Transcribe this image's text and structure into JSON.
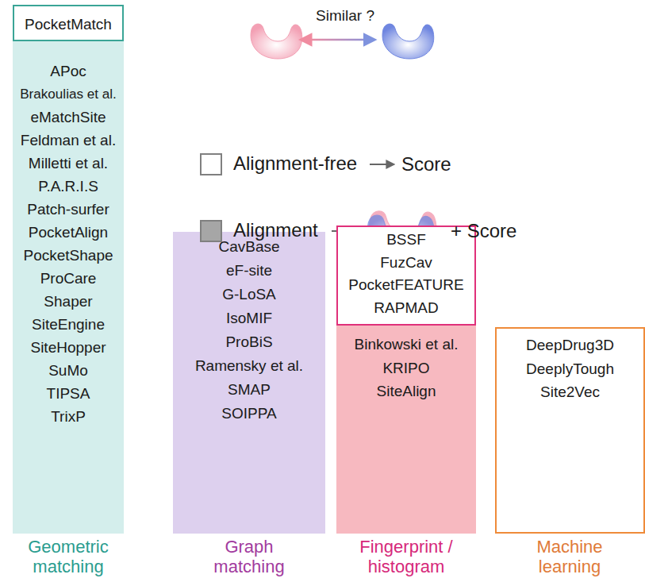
{
  "diagram": {
    "nodes": [
      {
        "text": [
          "PocketMatch"
        ]
      },
      {
        "text": [
          "APoc",
          "Brakoulias et al.",
          "eMatchSite",
          "Feldman et al.",
          "Milletti et al.",
          "P.A.R.I.S",
          "Patch-surfer",
          "PocketAlign",
          "PocketShape",
          "ProCare",
          "Shaper",
          "SiteEngine",
          "SiteHopper",
          "SuMo",
          "TIPSA",
          "TrixP"
        ]
      },
      {
        "text": [
          "CavBase",
          "eF-site",
          "G-LoSA",
          "IsoMIF",
          "ProBiS",
          "Ramensky et al.",
          "SMAP",
          "SOIPPA"
        ]
      },
      {
        "text": [
          "BSSF",
          "FuzCav",
          "PocketFEATURE",
          "RAPMAD"
        ]
      },
      {
        "text": [
          "Binkowski et al.",
          "KRIPO",
          "SiteAlign"
        ]
      },
      {
        "text": [
          "DeepDrug3D",
          "DeeplyTough",
          "Site2Vec"
        ]
      }
    ],
    "labels": [
      "Similar ?",
      "Score",
      "+ Score",
      "Geometric matching",
      "Graph matching",
      "Fingerprint / histogram",
      "Machine learning"
    ],
    "legend": [
      {
        "text": "Alignment-free",
        "color": "#ffffff"
      },
      {
        "text": "Alignment",
        "color": "#a6a6a6"
      }
    ]
  }
}
